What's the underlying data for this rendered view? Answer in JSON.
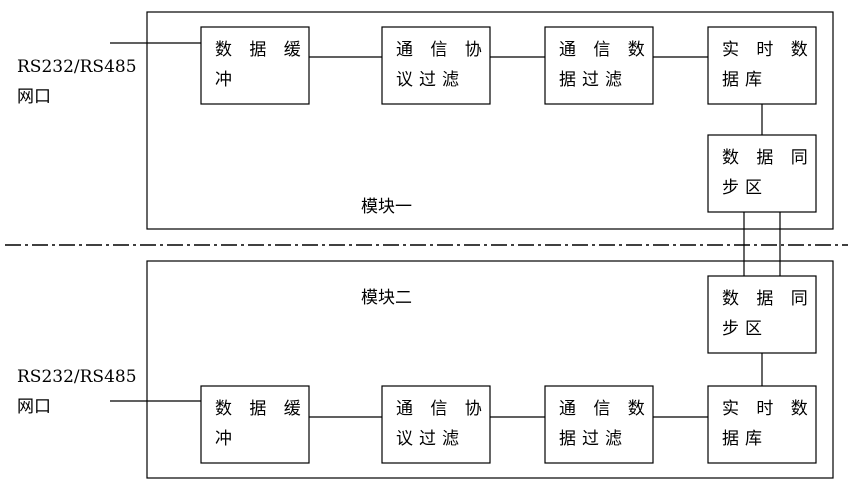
{
  "separator": {
    "style": "dash-dot"
  },
  "modules": [
    {
      "title": "模块一",
      "port_line1": "RS232/RS485",
      "port_line2": "网口",
      "boxes": [
        {
          "line1": "数 据 缓",
          "line2": "冲"
        },
        {
          "line1": "通 信 协",
          "line2": "议过滤"
        },
        {
          "line1": "通 信 数",
          "line2": "据过滤"
        },
        {
          "line1": "实 时 数",
          "line2": "据库"
        },
        {
          "line1": "数 据 同",
          "line2": "步区"
        }
      ]
    },
    {
      "title": "模块二",
      "port_line1": "RS232/RS485",
      "port_line2": "网口",
      "boxes": [
        {
          "line1": "数 据 缓",
          "line2": "冲"
        },
        {
          "line1": "通 信 协",
          "line2": "议过滤"
        },
        {
          "line1": "通 信 数",
          "line2": "据过滤"
        },
        {
          "line1": "实 时 数",
          "line2": "据库"
        },
        {
          "line1": "数 据 同",
          "line2": "步区"
        }
      ]
    }
  ]
}
